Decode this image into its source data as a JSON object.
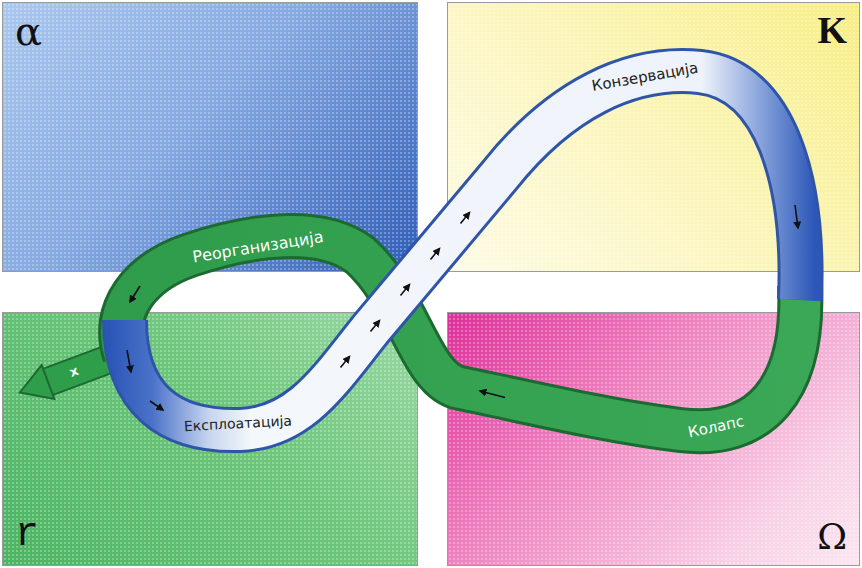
{
  "diagram": {
    "nodes": [
      {
        "text": [
          "α"
        ]
      },
      {
        "text": [
          "K"
        ]
      },
      {
        "text": [
          "r"
        ]
      },
      {
        "text": [
          "Ω"
        ]
      }
    ],
    "labels": [
      "Реорганизација",
      "Конзервација",
      "Експлоатација",
      "Колапс",
      "x"
    ]
  }
}
